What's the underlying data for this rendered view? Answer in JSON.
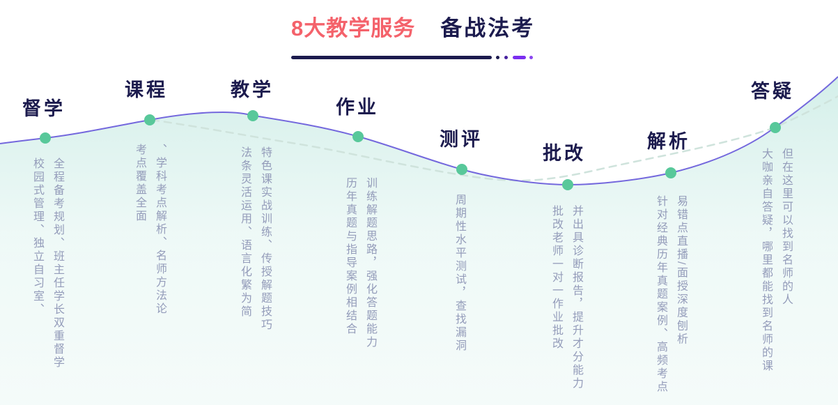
{
  "header": {
    "title_accent": "8大教学服务",
    "title_main": "备战法考"
  },
  "colors": {
    "accent": "#f4626b",
    "navy": "#1c1b4e",
    "purple_dark": "#46219e",
    "purple": "#7b2ef0",
    "purple_light": "#8b46f0",
    "curve": "#7468dd",
    "node_dot": "#58c89a",
    "dashed": "#cfe3dc",
    "body_text": "#949cba"
  },
  "nodes": [
    {
      "label": "督学",
      "lines": [
        "校园式管理、独立自习室、",
        "全程备考规划、班主任学长双重督学"
      ]
    },
    {
      "label": "课程",
      "lines": [
        "考点覆盖全面",
        "、学科考点解析、名师方法论"
      ]
    },
    {
      "label": "教学",
      "lines": [
        "法条灵活运用、语言化繁为简",
        "特色课实战训练、传授解题技巧"
      ]
    },
    {
      "label": "作业",
      "lines": [
        "历年真题与指导案例相结合",
        "训练解题思路，强化答题能力"
      ]
    },
    {
      "label": "测评",
      "lines": [
        "周期性水平测试，查找漏洞"
      ]
    },
    {
      "label": "批改",
      "lines": [
        "批改老师一对一作业批改",
        "并出具诊断报告，提升才分能力"
      ]
    },
    {
      "label": "解析",
      "lines": [
        "针对经典历年真题案例、高频考点",
        "易错点直播/面授深度刨析"
      ]
    },
    {
      "label": "答疑",
      "lines": [
        "大咖亲自答疑，哪里都能找到名师的课",
        "但在这里可以找到名师的人"
      ]
    }
  ]
}
